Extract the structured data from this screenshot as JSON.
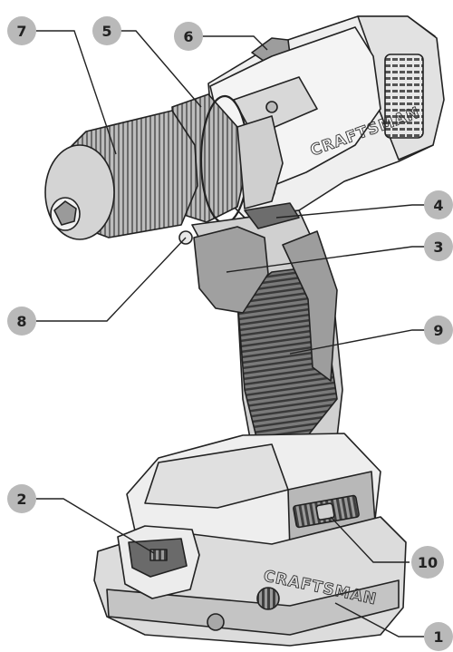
{
  "brand": {
    "drill_logo": "CRAFTSMAN",
    "battery_logo": "CRAFTSMAN"
  },
  "callouts": [
    {
      "id": "c7",
      "label": "7"
    },
    {
      "id": "c5",
      "label": "5"
    },
    {
      "id": "c6",
      "label": "6"
    },
    {
      "id": "c4",
      "label": "4"
    },
    {
      "id": "c3",
      "label": "3"
    },
    {
      "id": "c8",
      "label": "8"
    },
    {
      "id": "c9",
      "label": "9"
    },
    {
      "id": "c2",
      "label": "2"
    },
    {
      "id": "c10",
      "label": "10"
    },
    {
      "id": "c1",
      "label": "1"
    }
  ],
  "colors": {
    "badge_fill": "#b9b9b9",
    "line": "#222222",
    "body_light": "#efefef",
    "body_mid": "#d6d6d6",
    "body_dark": "#8a8a8a",
    "handle_dark": "#4a4a4a"
  }
}
